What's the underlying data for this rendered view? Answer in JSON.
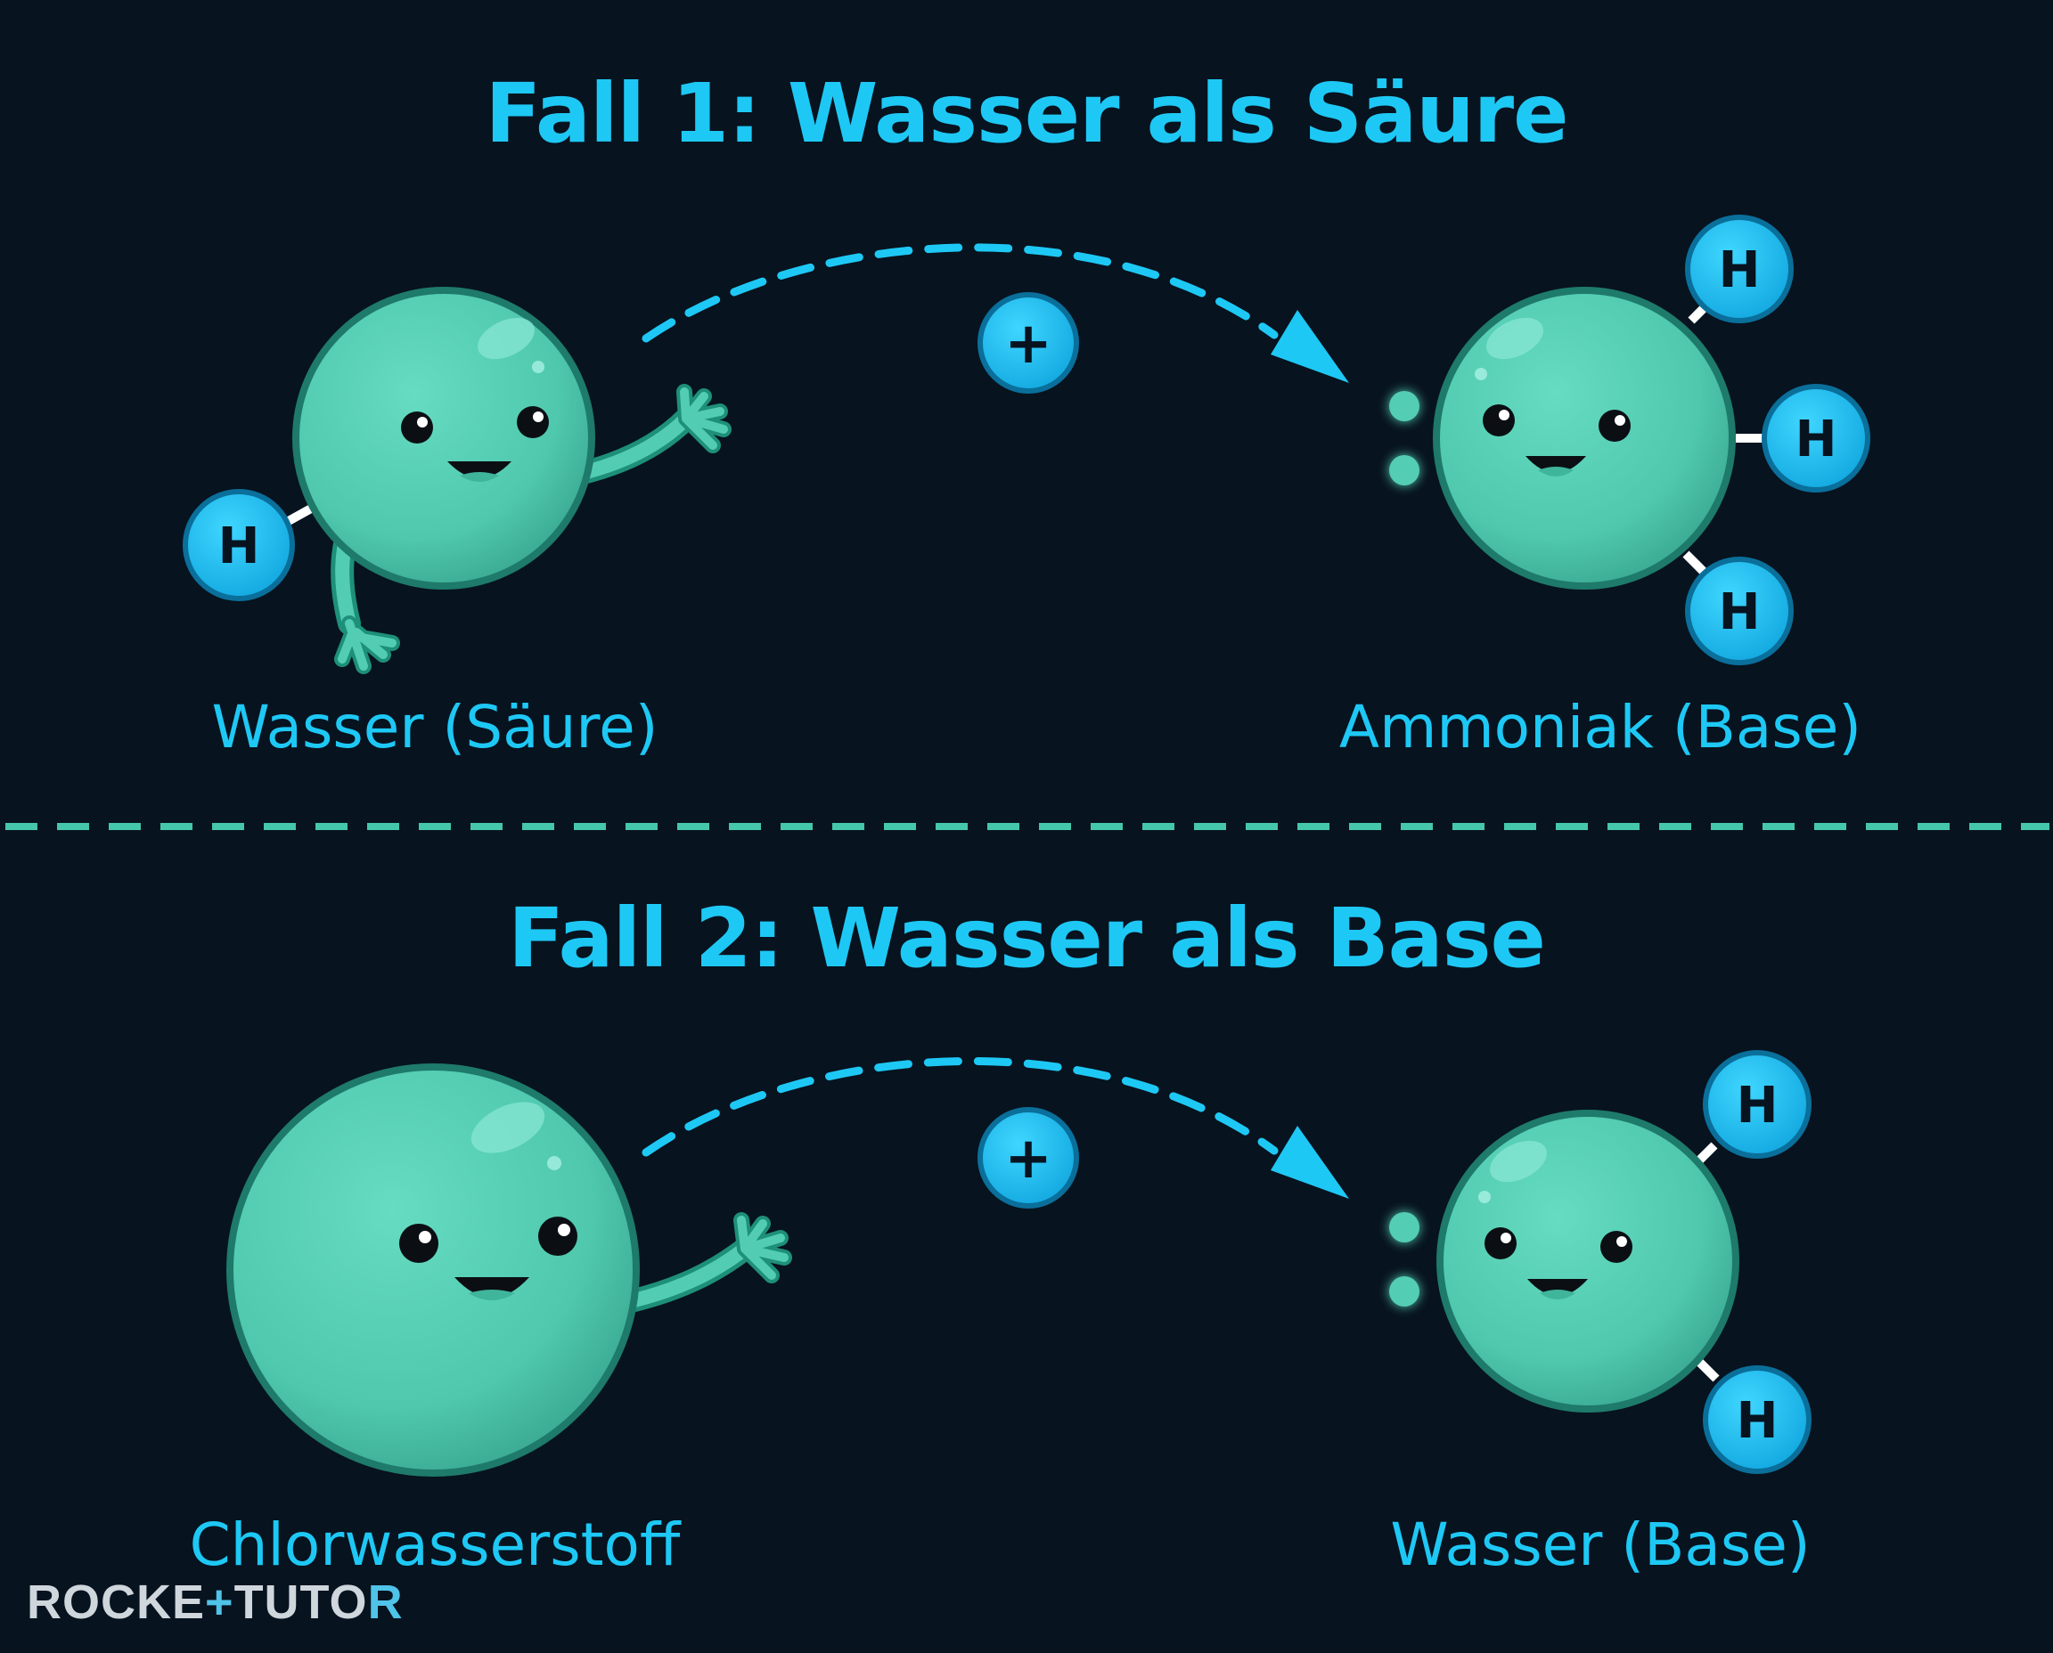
{
  "case1": {
    "title": "Fall 1: Wasser als Säure",
    "left_label": "Wasser (Säure)",
    "right_label": "Ammoniak (Base)",
    "proton_symbol": "+",
    "h_symbol": "H"
  },
  "case2": {
    "title": "Fall 2: Wasser als Base",
    "left_label": "Chlorwasserstoff",
    "right_label": "Wasser (Base)",
    "proton_symbol": "+",
    "h_symbol": "H"
  },
  "logo": {
    "part1": "ROCKE",
    "part2": "+",
    "part3": "TUTO",
    "part4": "R"
  },
  "colors": {
    "background": "#07131f",
    "accent": "#1ec8f5",
    "molecule": "#52cdb4",
    "divider": "#45c7ab"
  }
}
